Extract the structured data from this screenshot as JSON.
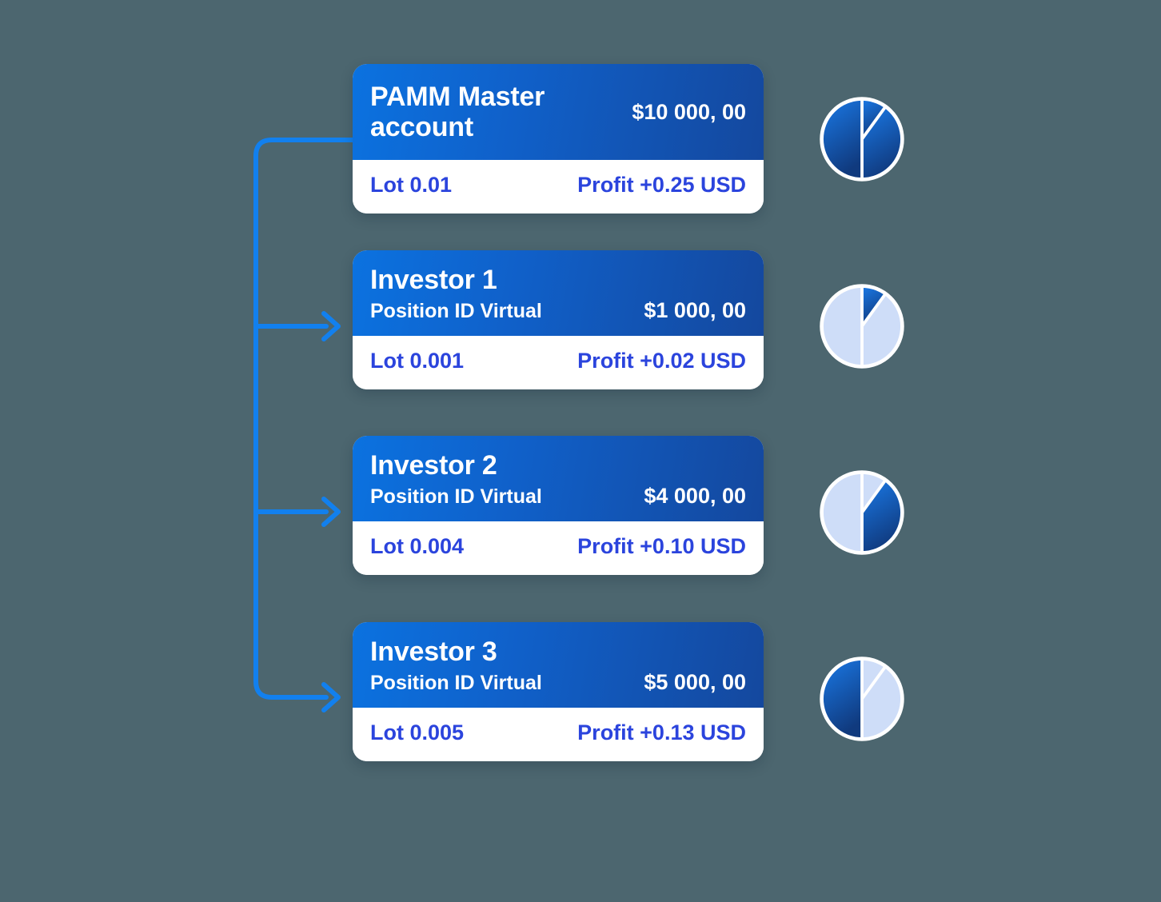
{
  "theme": {
    "background": "#4C666F",
    "card_gradient_from": "#0B72E0",
    "card_gradient_to": "#14489E",
    "accent_text": "#2B44DD",
    "connector": "#1280EE",
    "pie_dark_from": "#1A7AE8",
    "pie_dark_to": "#103A7E",
    "pie_light": "#CEDDF8"
  },
  "accounts": [
    {
      "name": "PAMM Master account",
      "subtitle": "",
      "amount": "$10 000, 00",
      "lot": "Lot 0.01",
      "profit": "Profit +0.25 USD",
      "share_percent": 100
    },
    {
      "name": "Investor 1",
      "subtitle": "Position ID Virtual",
      "amount": "$1 000, 00",
      "lot": "Lot 0.001",
      "profit": "Profit +0.02 USD",
      "share_percent": 10
    },
    {
      "name": "Investor 2",
      "subtitle": "Position ID Virtual",
      "amount": "$4 000, 00",
      "lot": "Lot 0.004",
      "profit": "Profit +0.10 USD",
      "share_percent": 40
    },
    {
      "name": "Investor 3",
      "subtitle": "Position ID Virtual",
      "amount": "$5 000, 00",
      "lot": "Lot 0.005",
      "profit": "Profit +0.13 USD",
      "share_percent": 50
    }
  ],
  "chart_data": {
    "type": "pie",
    "title": "PAMM allocation of master account equity",
    "categories": [
      "Investor 1",
      "Investor 2",
      "Investor 3"
    ],
    "values": [
      10,
      40,
      50
    ],
    "unit": "percent",
    "total": 100,
    "legend": "none",
    "charts": [
      {
        "for": "PAMM Master account",
        "highlighted": [
          "Investor 1",
          "Investor 2",
          "Investor 3"
        ],
        "slices": [
          {
            "label": "Investor 1",
            "value": 10,
            "color": "dark"
          },
          {
            "label": "Investor 2",
            "value": 40,
            "color": "dark"
          },
          {
            "label": "Investor 3",
            "value": 50,
            "color": "dark"
          }
        ]
      },
      {
        "for": "Investor 1",
        "highlighted": [
          "Investor 1"
        ],
        "slices": [
          {
            "label": "Investor 1",
            "value": 10,
            "color": "dark"
          },
          {
            "label": "Investor 2",
            "value": 40,
            "color": "light"
          },
          {
            "label": "Investor 3",
            "value": 50,
            "color": "light"
          }
        ]
      },
      {
        "for": "Investor 2",
        "highlighted": [
          "Investor 2"
        ],
        "slices": [
          {
            "label": "Investor 1",
            "value": 10,
            "color": "light"
          },
          {
            "label": "Investor 2",
            "value": 40,
            "color": "dark"
          },
          {
            "label": "Investor 3",
            "value": 50,
            "color": "light"
          }
        ]
      },
      {
        "for": "Investor 3",
        "highlighted": [
          "Investor 3"
        ],
        "slices": [
          {
            "label": "Investor 1",
            "value": 10,
            "color": "light"
          },
          {
            "label": "Investor 2",
            "value": 40,
            "color": "light"
          },
          {
            "label": "Investor 3",
            "value": 50,
            "color": "dark"
          }
        ]
      }
    ]
  }
}
